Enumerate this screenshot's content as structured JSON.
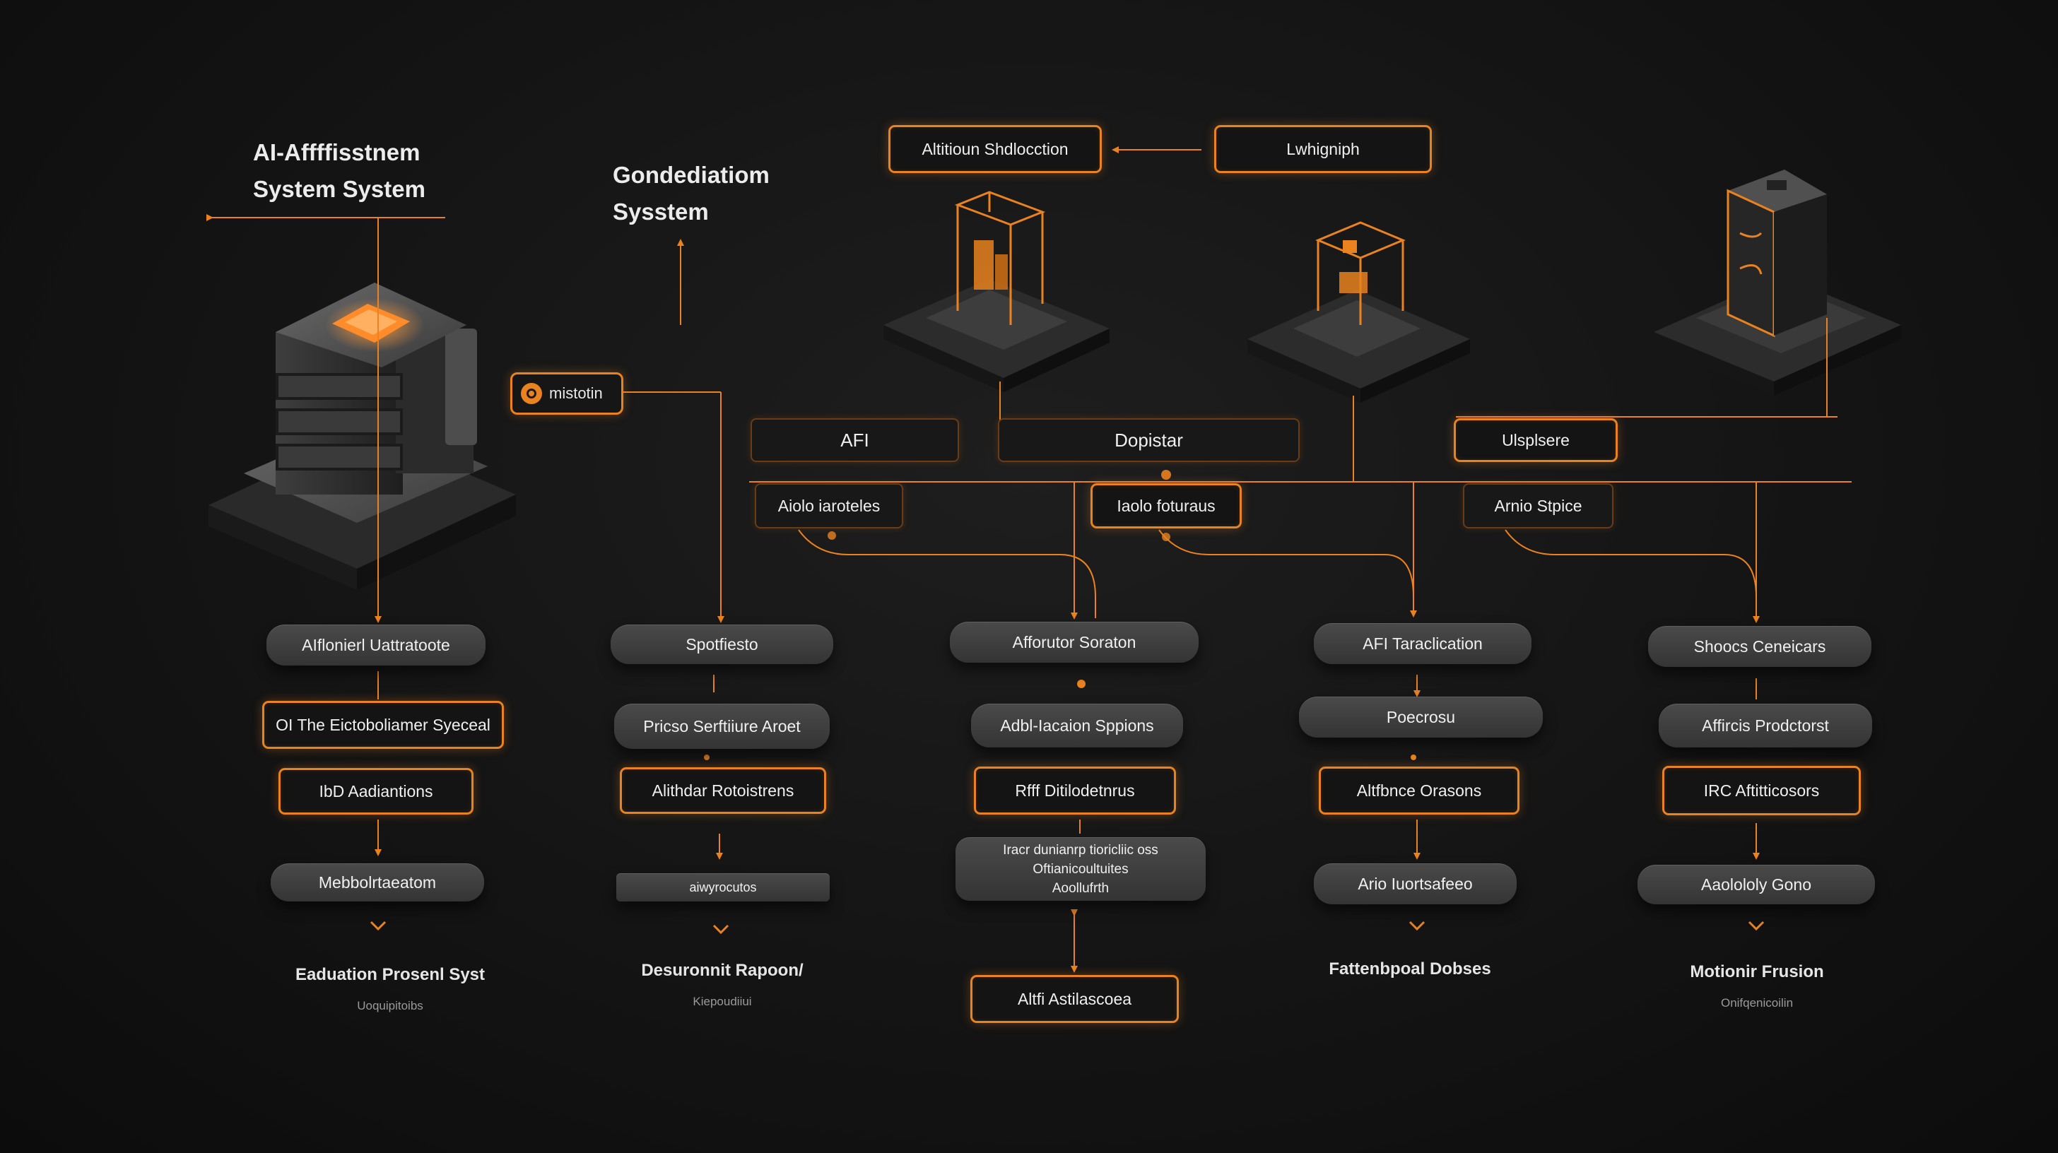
{
  "titles": {
    "left": [
      "AI-Affffisstnem",
      "System System"
    ],
    "center": [
      "Gondediatiom",
      "Sysstem"
    ]
  },
  "top_boxes": {
    "abstract": "Altitioun Shdlocction",
    "lwhigniph": "Lwhigniph"
  },
  "badge": {
    "label": "mistotin",
    "icon": "gear-icon"
  },
  "bus": {
    "afi": "AFI",
    "dopistar": "Dopistar",
    "ulsplsere": "Ulsplsere",
    "aiolo": "Aiolo iaroteles",
    "iaolo": "Iaolo foturaus",
    "arnio": "Arnio Stpice"
  },
  "columns": [
    {
      "nodes": [
        "AIflonierl Uattratoote",
        "OI The Eictoboliamer Syeceal",
        "IbD Aadiantions",
        "Mebbolrtaeatom"
      ],
      "caption": "Eaduation Prosenl Syst",
      "sub": "Uoquipitoibs"
    },
    {
      "nodes": [
        "Spotfiesto",
        "Pricso Serftiiure Aroet",
        "Alithdar Rotoistrens",
        "aiwyrocutos"
      ],
      "caption": "Desuronnit Rapoon/",
      "sub": "Kiepoudiiui"
    },
    {
      "nodes": [
        "Afforutor Soraton",
        "Adbl-Iacaion Sppions",
        "Rfff Ditilodetnrus",
        [
          "Iracr dunianrp tioricliic oss",
          "Oftianicoultuites",
          "Aoollufrth"
        ]
      ],
      "caption": "",
      "sub": "",
      "extra": "Altfi Astilascoea"
    },
    {
      "nodes": [
        "AFI Taraclication",
        "Poecrosu",
        "Altfbnce Orasons",
        "Ario Iuortsafeeo"
      ],
      "caption": "Fattenbpoal Dobses",
      "sub": ""
    },
    {
      "nodes": [
        "Shoocs Ceneicars",
        "Affircis Prodctorst",
        "IRC Aftitticosors",
        "Aaolololy Gono"
      ],
      "caption": "Motionir Frusion",
      "sub": "Onifqenicoilin"
    }
  ],
  "colors": {
    "accent": "#e9821f",
    "background": "#141414",
    "pill": "#3c3c3c"
  }
}
